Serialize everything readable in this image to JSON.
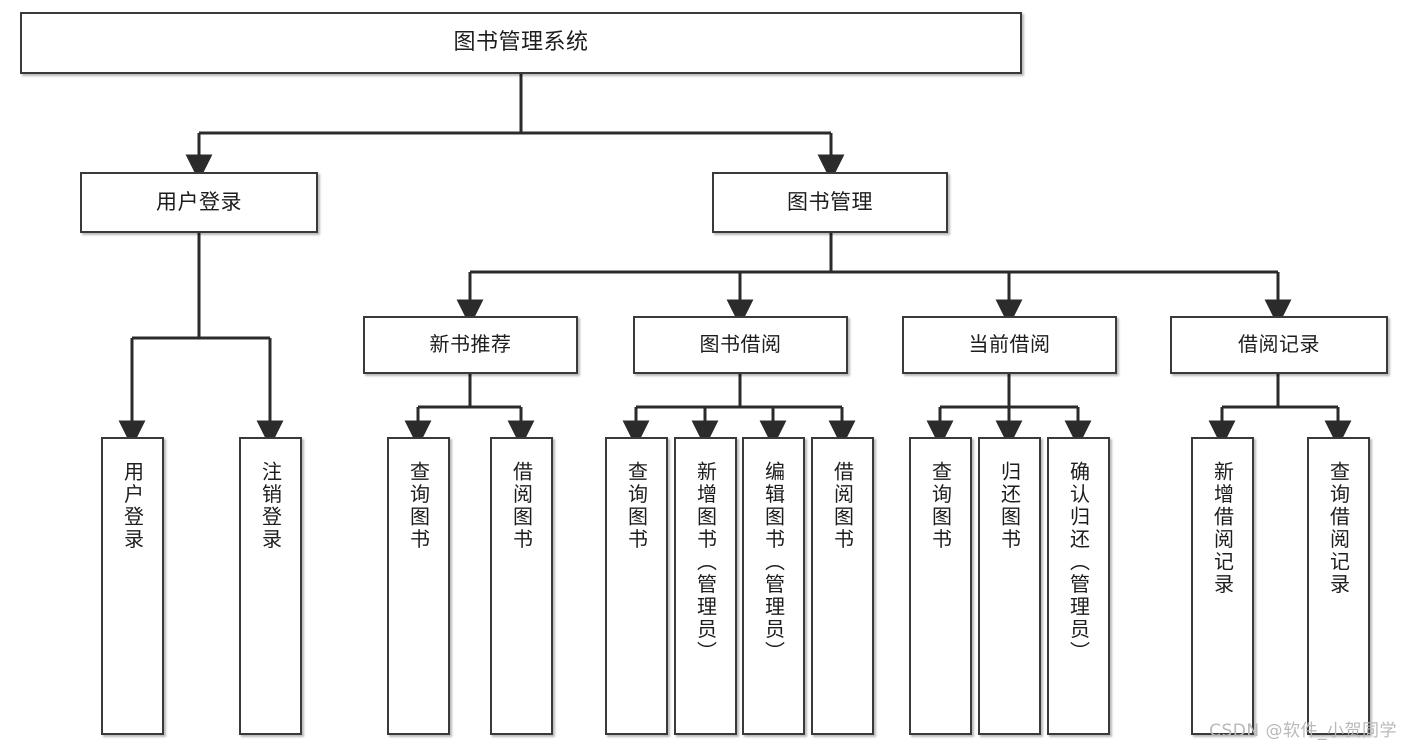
{
  "diagram": {
    "title": "图书管理系统",
    "type": "tree",
    "watermark": "CSDN @软件_小贺同学",
    "colors": {
      "box_border": "#3a3a3a",
      "box_fill": "#ffffff",
      "edge": "#2b2b2b",
      "text": "#1d1d1d",
      "watermark": "#b9b9b9",
      "background": "#ffffff"
    },
    "nodes": {
      "root": {
        "label": "图书管理系统"
      },
      "level2": [
        {
          "id": "user-login",
          "label": "用户登录"
        },
        {
          "id": "book-manage",
          "label": "图书管理"
        }
      ],
      "level3": [
        {
          "id": "new-book-recommend",
          "label": "新书推荐"
        },
        {
          "id": "book-borrow",
          "label": "图书借阅"
        },
        {
          "id": "current-borrow",
          "label": "当前借阅"
        },
        {
          "id": "borrow-record",
          "label": "借阅记录"
        }
      ],
      "leaves": [
        {
          "id": "leaf-user-login",
          "label": "用户登录",
          "parent": "user-login"
        },
        {
          "id": "leaf-user-logout",
          "label": "注销登录",
          "parent": "user-login"
        },
        {
          "id": "leaf-query-book-1",
          "label": "查询图书",
          "parent": "new-book-recommend"
        },
        {
          "id": "leaf-borrow-book-1",
          "label": "借阅图书",
          "parent": "new-book-recommend"
        },
        {
          "id": "leaf-query-book-2",
          "label": "查询图书",
          "parent": "book-borrow"
        },
        {
          "id": "leaf-add-book",
          "label": "新增图书（管理员）",
          "parent": "book-borrow"
        },
        {
          "id": "leaf-edit-book",
          "label": "编辑图书（管理员）",
          "parent": "book-borrow"
        },
        {
          "id": "leaf-borrow-book-2",
          "label": "借阅图书",
          "parent": "book-borrow"
        },
        {
          "id": "leaf-query-book-3",
          "label": "查询图书",
          "parent": "current-borrow"
        },
        {
          "id": "leaf-return-book",
          "label": "归还图书",
          "parent": "current-borrow"
        },
        {
          "id": "leaf-confirm-return",
          "label": "确认归还（管理员）",
          "parent": "current-borrow"
        },
        {
          "id": "leaf-add-record",
          "label": "新增借阅记录",
          "parent": "borrow-record"
        },
        {
          "id": "leaf-query-record",
          "label": "查询借阅记录",
          "parent": "borrow-record"
        }
      ]
    }
  }
}
